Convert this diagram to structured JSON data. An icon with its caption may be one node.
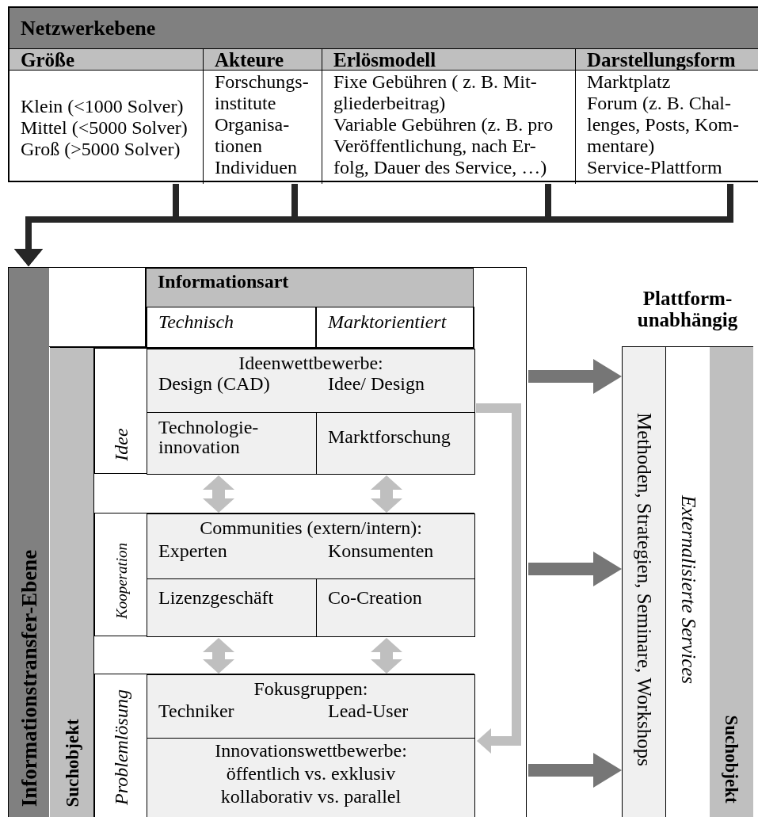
{
  "diagram": {
    "nodes": [
      {
        "text": [
          "Netzwerkebene"
        ]
      },
      {
        "text": [
          "Größe",
          "Klein (<1000 Solver)",
          "Mittel (<5000 Solver)",
          "Groß (>5000 Solver)"
        ],
        "in": 0
      },
      {
        "text": [
          "Akteure",
          "Forschungs- institute",
          "Organisa- tionen",
          "Individuen"
        ],
        "in": 0
      },
      {
        "text": [
          "Erlösmodell",
          "Fixe Gebühren ( z. B. Mit- gliederbeitrag)",
          "Variable Gebühren (z. B. pro Veröffentlichung, nach Er- folg, Dauer des Service, …)"
        ],
        "in": 0
      },
      {
        "text": [
          "Darstellungsform",
          "Marktplatz",
          "Forum (z. B. Chal- lenges, Posts, Kom- mentare)",
          "Service-Plattform"
        ],
        "in": 0
      },
      {
        "text": [
          "Informationstransfer-Ebene"
        ]
      },
      {
        "text": [
          "Suchobjekt"
        ],
        "in": 5
      },
      {
        "text": [
          "Informationsart"
        ],
        "in": 5
      },
      {
        "text": [
          "Technisch"
        ],
        "in": 7
      },
      {
        "text": [
          "Marktorientiert"
        ],
        "in": 7
      },
      {
        "text": [
          "Idee"
        ],
        "in": 6
      },
      {
        "text": [
          "Ideenwettbewerbe:",
          "Design (CAD)",
          "Idee/ Design"
        ],
        "in": 10
      },
      {
        "text": [
          "Technologie- innovation"
        ],
        "in": 10
      },
      {
        "text": [
          "Marktforschung"
        ],
        "in": 10
      },
      {
        "text": [
          "Kooperation"
        ],
        "in": 6
      },
      {
        "text": [
          "Communities (extern/intern):",
          "Experten",
          "Konsumenten"
        ],
        "in": 14
      },
      {
        "text": [
          "Lizenzgeschäft"
        ],
        "in": 14
      },
      {
        "text": [
          "Co-Creation"
        ],
        "in": 14
      },
      {
        "text": [
          "Problemlösung"
        ],
        "in": 6
      },
      {
        "text": [
          "Fokusgruppen:",
          "Techniker",
          "Lead-User"
        ],
        "in": 18
      },
      {
        "text": [
          "Innovationswettbewerbe:",
          "öffentlich vs. exklusiv",
          "kollaborativ vs. parallel"
        ],
        "in": 18
      },
      {
        "text": [
          "Plattform- unabhängig"
        ]
      },
      {
        "text": [
          "Methoden, Strategien, Seminare, Workshops"
        ],
        "in": 21
      },
      {
        "text": [
          "Externalisierte Services"
        ],
        "in": 21
      },
      {
        "text": [
          "Suchobjekt"
        ],
        "in": 21
      }
    ],
    "edges": [
      {
        "from": 1,
        "to": 5,
        "arrow": "to",
        "color": "#262626"
      },
      {
        "from": 2,
        "to": 5,
        "arrow": "to",
        "color": "#262626"
      },
      {
        "from": 3,
        "to": 5,
        "arrow": "to",
        "color": "#262626"
      },
      {
        "from": 4,
        "to": 5,
        "arrow": "to",
        "color": "#262626"
      },
      {
        "from": 12,
        "to": 15,
        "arrow": "both"
      },
      {
        "from": 13,
        "to": 15,
        "arrow": "both"
      },
      {
        "from": 16,
        "to": 19,
        "arrow": "both"
      },
      {
        "from": 17,
        "to": 19,
        "arrow": "both"
      },
      {
        "from": 10,
        "to": 20,
        "arrow": "to"
      },
      {
        "from": 5,
        "to": 22,
        "arrow": "to",
        "color": "#767676"
      },
      {
        "from": 5,
        "to": 22,
        "arrow": "to",
        "color": "#767676"
      },
      {
        "from": 5,
        "to": 22,
        "arrow": "to",
        "color": "#767676"
      }
    ]
  }
}
